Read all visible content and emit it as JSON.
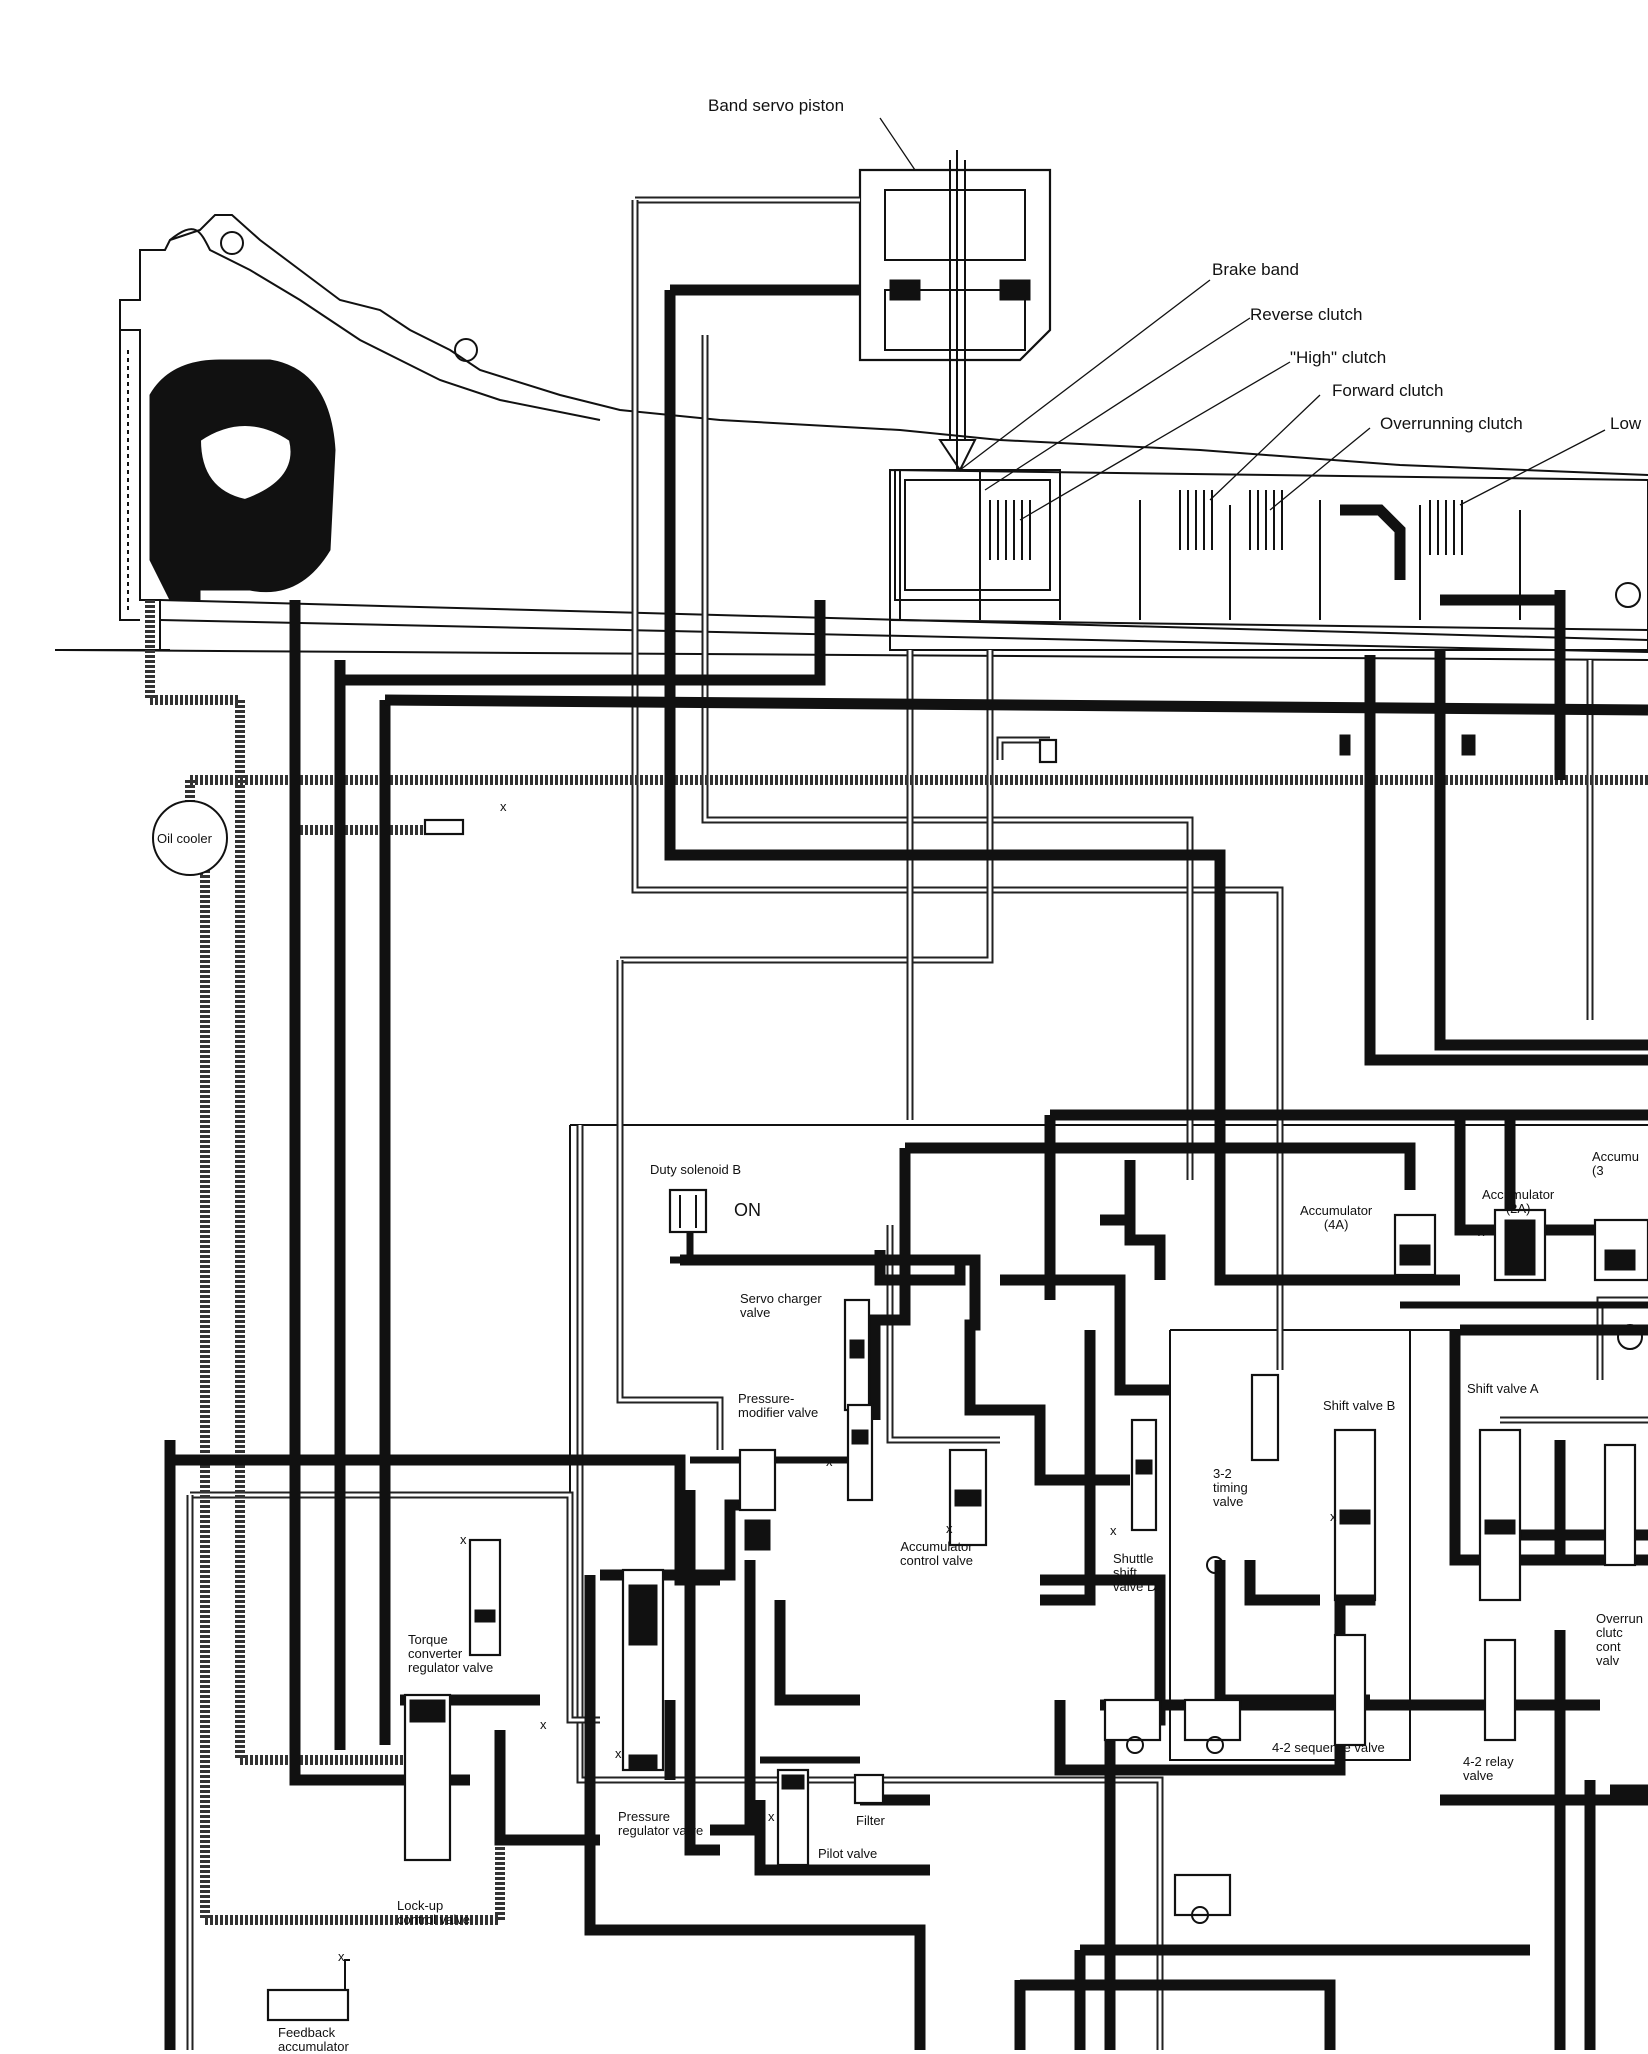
{
  "diagram": {
    "labels": {
      "band_servo_piston": "Band servo piston",
      "brake_band": "Brake band",
      "reverse_clutch": "Reverse clutch",
      "high_clutch": "\"High\" clutch",
      "forward_clutch": "Forward clutch",
      "overrunning_clutch": "Overrunning clutch",
      "low": "Low",
      "oil_cooler": "Oil cooler",
      "duty_solenoid_b": "Duty solenoid B",
      "on": "ON",
      "accumulator_4a": "Accumulator\n(4A)",
      "accumulator_2a": "Accumulator\n(2A)",
      "accumu_partial": "Accumu\n(3",
      "servo_charger_valve": "Servo charger\nvalve",
      "pressure_modifier_valve": "Pressure-\nmodifier valve",
      "shift_valve_b": "Shift valve B",
      "shift_valve_a": "Shift valve A",
      "timing_valve": "3-2\ntiming\nvalve",
      "accumulator_control_valve": "Accumulator\ncontrol valve",
      "shuttle_shift_valve_d": "Shuttle\nshift\nvalve D",
      "overrunning_clutch_control_partial": "Overrun\nclutc\ncont\nvalv",
      "torque_converter_regulator_valve": "Torque\nconverter\nregulator valve",
      "sequence_valve": "4-2 sequence valve",
      "relay_valve": "4-2 relay\nvalve",
      "pressure_regulator_valve": "Pressure\nregulator valve",
      "filter": "Filter",
      "pilot_valve": "Pilot valve",
      "lockup_control_valve": "Lock-up\ncontrol valve",
      "feedback_accumulator": "Feedback\naccumulator"
    },
    "drain_mark": "x"
  }
}
